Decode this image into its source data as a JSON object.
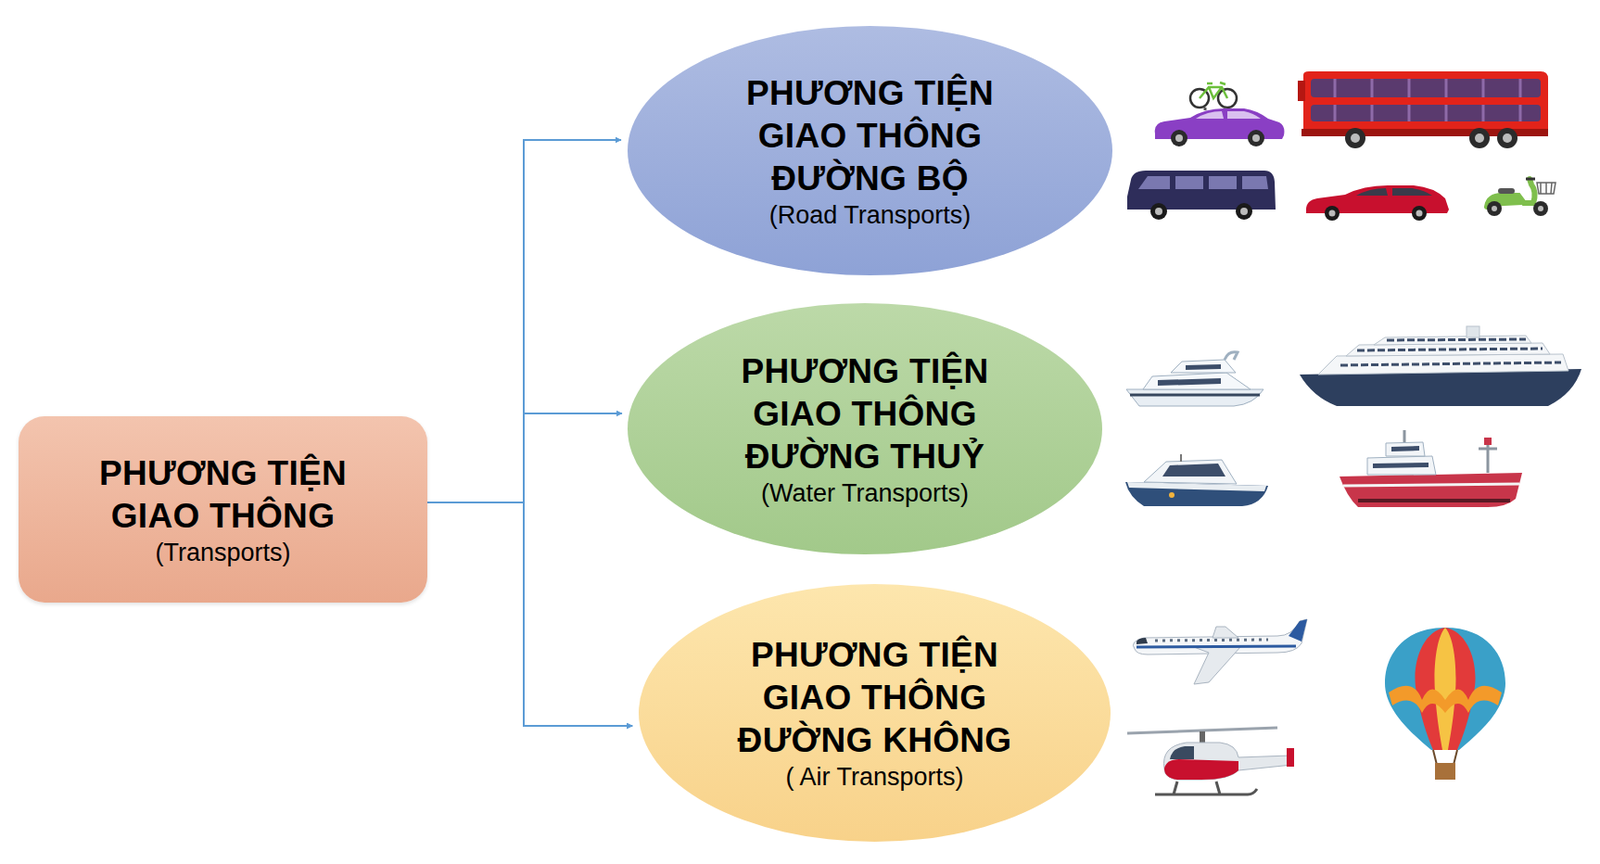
{
  "diagram": {
    "nodes": [
      {
        "text": [
          "PHƯƠNG TIỆN GIAO THÔNG",
          "(Transports)"
        ]
      },
      {
        "text": [
          "PHƯƠNG TIỆN GIAO THÔNG ĐƯỜNG BỘ",
          "(Road Transports)"
        ]
      },
      {
        "text": [
          "PHƯƠNG TIỆN GIAO THÔNG ĐƯỜNG THUỶ",
          "(Water Transports)"
        ]
      },
      {
        "text": [
          "PHƯƠNG TIỆN GIAO THÔNG ĐƯỜNG KHÔNG",
          "( Air Transports)"
        ]
      }
    ],
    "edges": [
      {
        "from": 0,
        "to": 1,
        "arrow": "to"
      },
      {
        "from": 0,
        "to": 2,
        "arrow": "to"
      },
      {
        "from": 0,
        "to": 3,
        "arrow": "to"
      }
    ]
  }
}
